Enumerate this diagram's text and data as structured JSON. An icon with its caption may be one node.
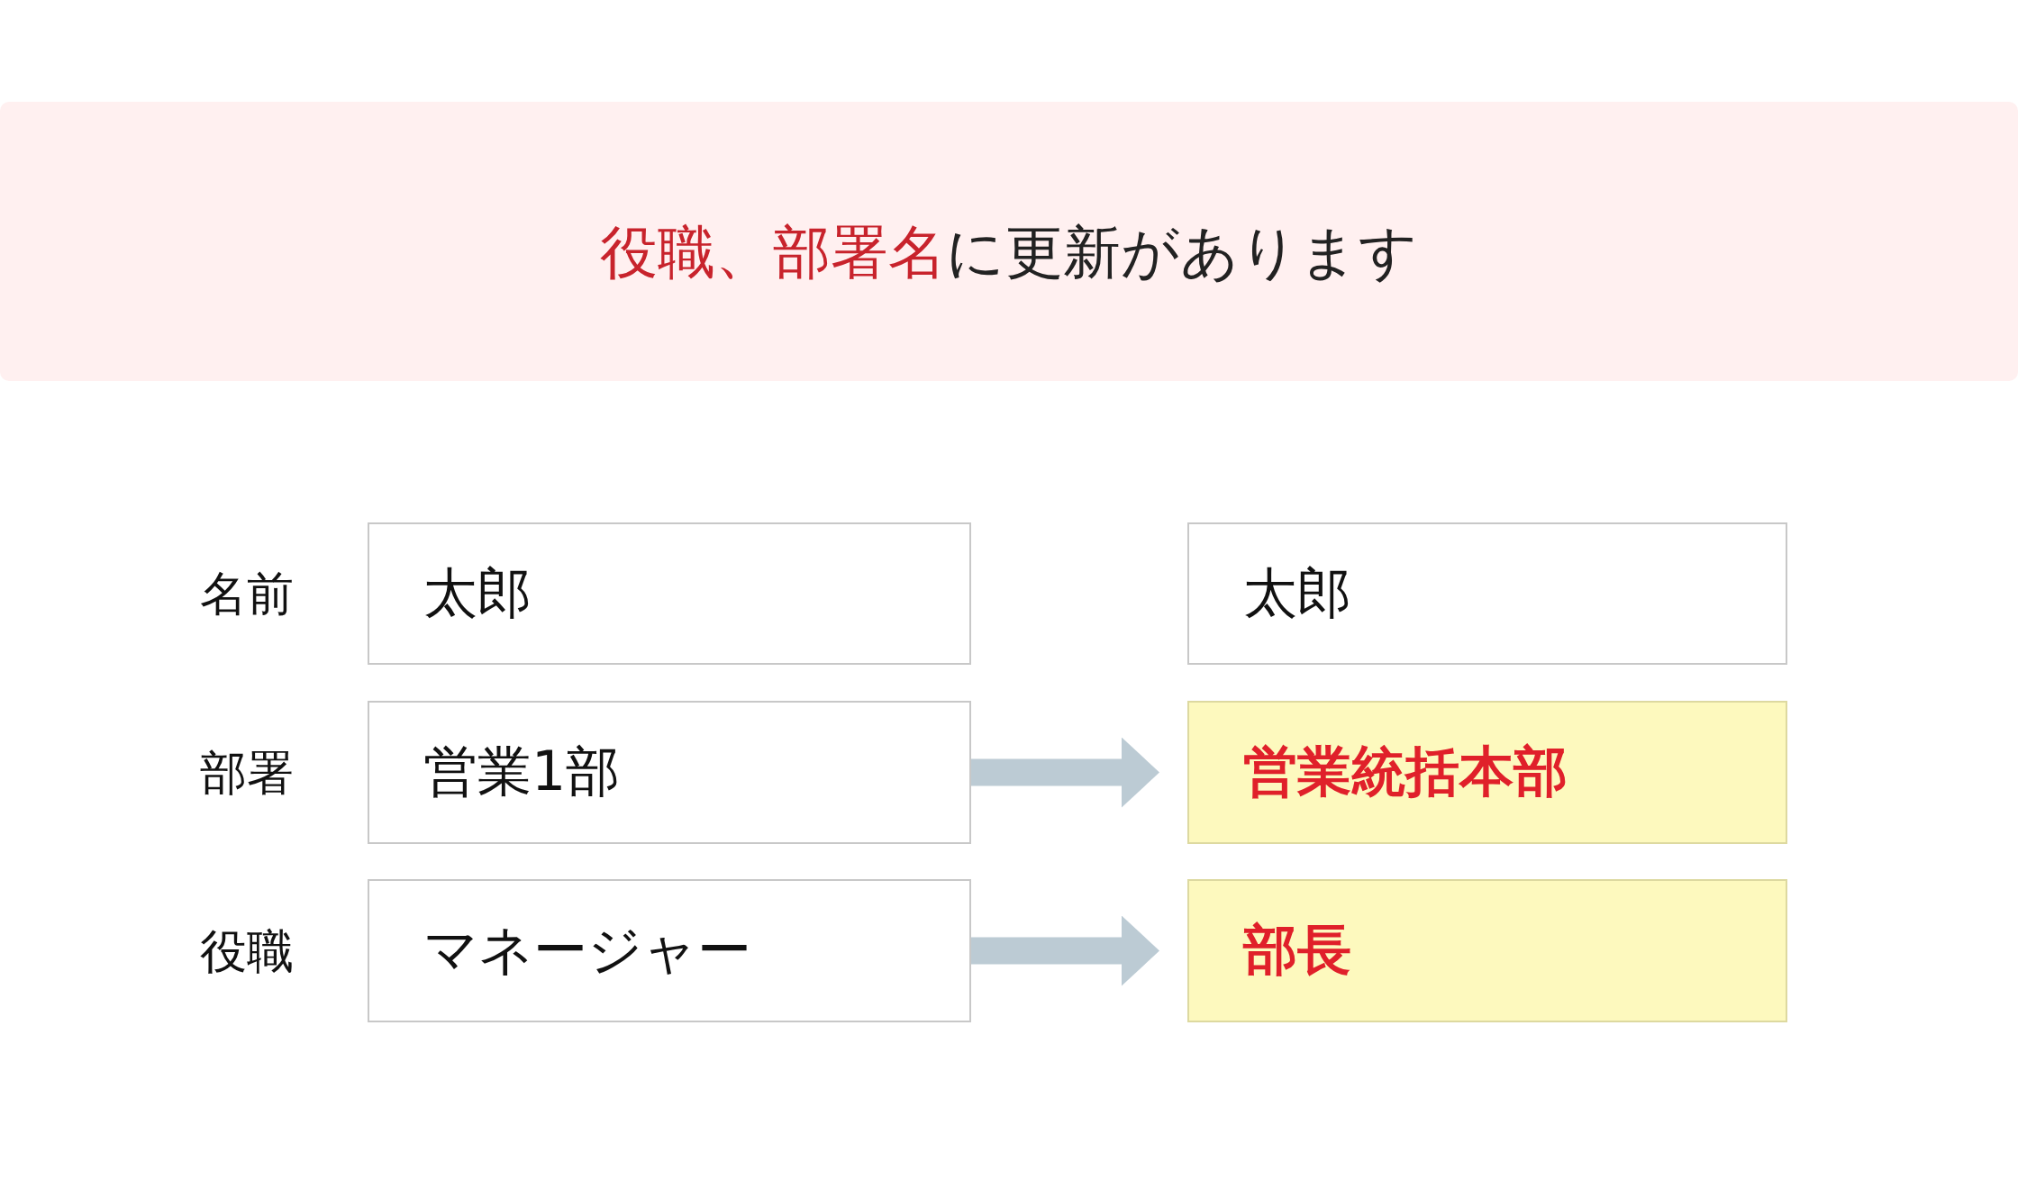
{
  "diagram": {
    "title": "**役職、部署名**に更新があります",
    "nodes": [
      {
        "text": [
          "太郎"
        ]
      },
      {
        "text": [
          "太郎"
        ]
      },
      {
        "text": [
          "営業1部"
        ]
      },
      {
        "text": [
          "営業統括本部"
        ]
      },
      {
        "text": [
          "マネージャー"
        ]
      },
      {
        "text": [
          "部長"
        ]
      }
    ],
    "edges": [
      {
        "from": 2,
        "to": 3,
        "arrow": "to"
      },
      {
        "from": 4,
        "to": 5,
        "arrow": "to"
      }
    ],
    "labels": [
      "名前",
      "部署",
      "役職"
    ]
  }
}
